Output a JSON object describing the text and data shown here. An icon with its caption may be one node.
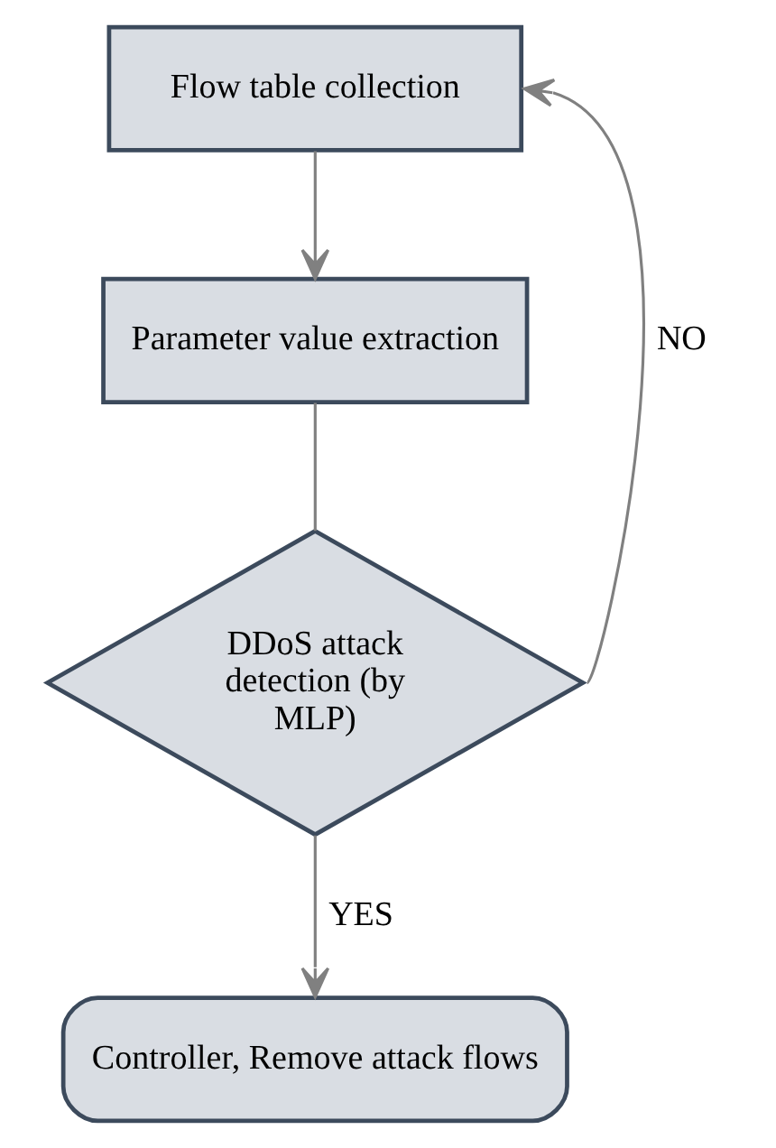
{
  "diagram": {
    "nodes": [
      {
        "text": [
          "Flow table collection"
        ]
      },
      {
        "text": [
          "Parameter value extraction"
        ]
      },
      {
        "text": [
          "DDoS attack detection (by MLP)"
        ]
      },
      {
        "text": [
          "Controller, Remove attack flows"
        ]
      }
    ],
    "edges": [
      {
        "from": 0,
        "to": 1,
        "arrow": "to"
      },
      {
        "from": 1,
        "to": 2,
        "arrow": "none"
      },
      {
        "from": 2,
        "to": 0,
        "arrow": "to",
        "label": "NO"
      },
      {
        "from": 2,
        "to": 3,
        "arrow": "to",
        "label": "YES"
      }
    ]
  }
}
